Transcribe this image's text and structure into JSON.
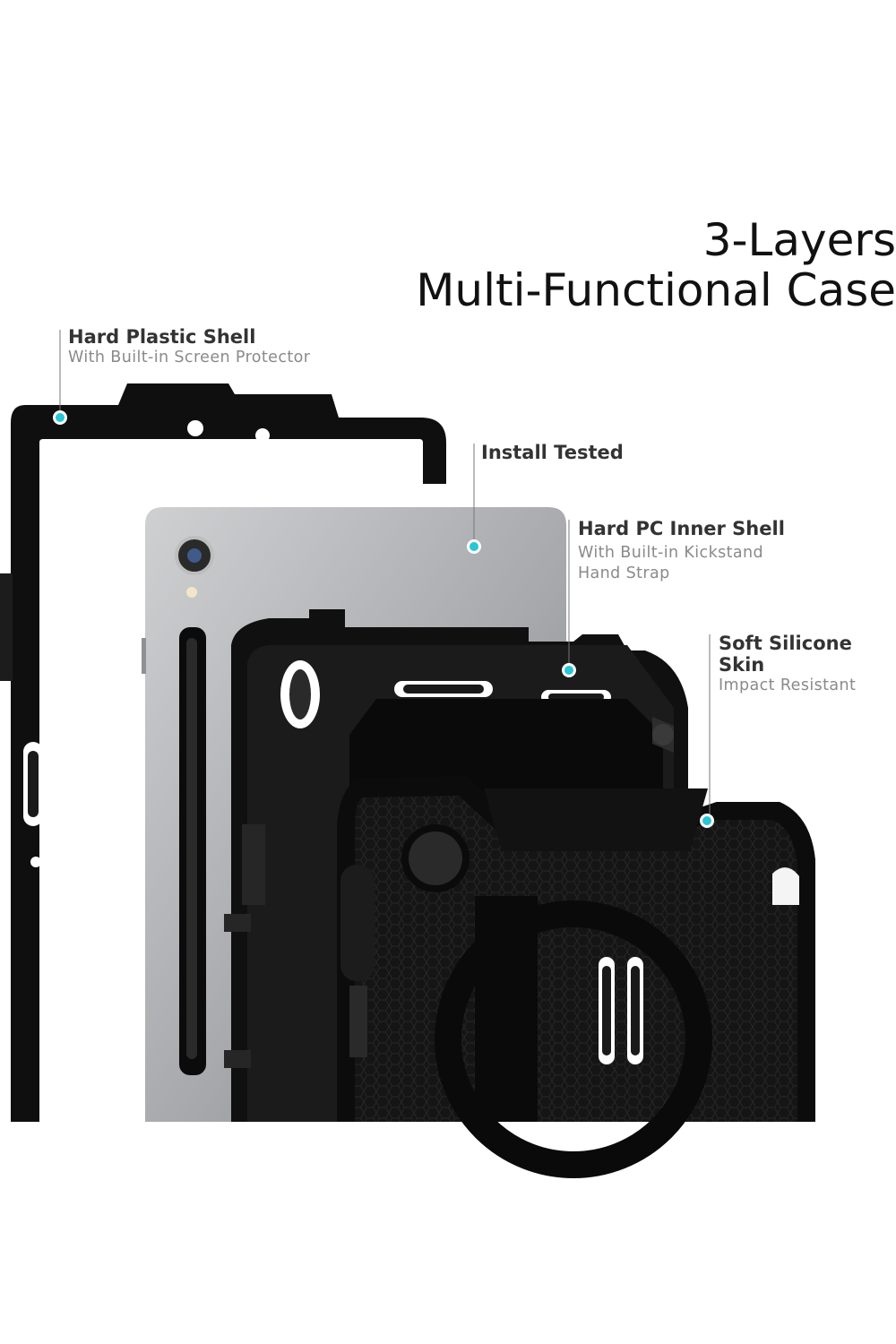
{
  "title": {
    "line1": "3-Layers",
    "line2": "Multi-Functional Case"
  },
  "layers": [
    {
      "heading": "Hard Plastic Shell",
      "subs": [
        "With Built-in Screen Protector"
      ]
    },
    {
      "heading": "Install Tested",
      "subs": []
    },
    {
      "heading": "Hard PC Inner Shell",
      "subs": [
        "With Built-in Kickstand",
        "Hand Strap"
      ]
    },
    {
      "heading": "Soft Silicone Skin",
      "subs": [
        "Impact Resistant"
      ]
    }
  ],
  "colors": {
    "accent_dot": "#29c6d6",
    "case_black": "#0d0d0d",
    "tablet_gray": "#a9abae"
  }
}
